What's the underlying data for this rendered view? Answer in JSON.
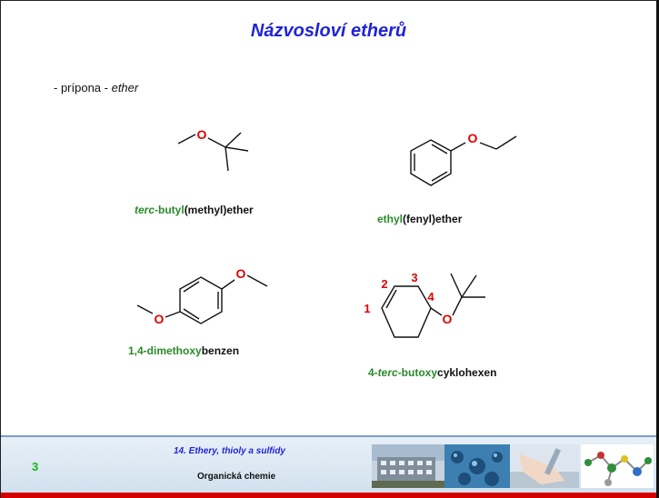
{
  "slide": {
    "title": "Názvosloví etherů",
    "suffix_prefix": "- prípona - ",
    "suffix_word": "ether"
  },
  "molecules": [
    {
      "id": "tert-butyl-methyl-ether",
      "atom_label": "O",
      "caption_parts": [
        {
          "text": "terc",
          "style": "green-italic"
        },
        {
          "text": "-butyl",
          "style": "green"
        },
        {
          "text": "(methyl)ether",
          "style": "black"
        }
      ]
    },
    {
      "id": "ethyl-phenyl-ether",
      "atom_label": "O",
      "caption_parts": [
        {
          "text": "ethyl",
          "style": "green"
        },
        {
          "text": "(fenyl)ether",
          "style": "black"
        }
      ]
    },
    {
      "id": "dimethoxybenzene",
      "atom_label_top": "O",
      "atom_label_bottom": "O",
      "caption_parts": [
        {
          "text": "1,4-dimethoxy",
          "style": "green"
        },
        {
          "text": "benzen",
          "style": "black"
        }
      ]
    },
    {
      "id": "butoxycyclohexene",
      "atom_label": "O",
      "numbers": [
        "1",
        "2",
        "3",
        "4"
      ],
      "caption_parts": [
        {
          "text": "4-",
          "style": "green"
        },
        {
          "text": "terc",
          "style": "green-italic"
        },
        {
          "text": "-butoxy",
          "style": "green"
        },
        {
          "text": "cyklohexen",
          "style": "black"
        }
      ]
    }
  ],
  "footer": {
    "page_number": "3",
    "course_chapter": "14. Ethery, thioly a sulfidy",
    "course_name": "Organická chemie"
  },
  "colors": {
    "title": "#1f24d6",
    "oxygen": "#e00000",
    "green_text": "#2a8a2a",
    "red_numbers": "#e00000",
    "bottom_bar": "#d40000"
  }
}
